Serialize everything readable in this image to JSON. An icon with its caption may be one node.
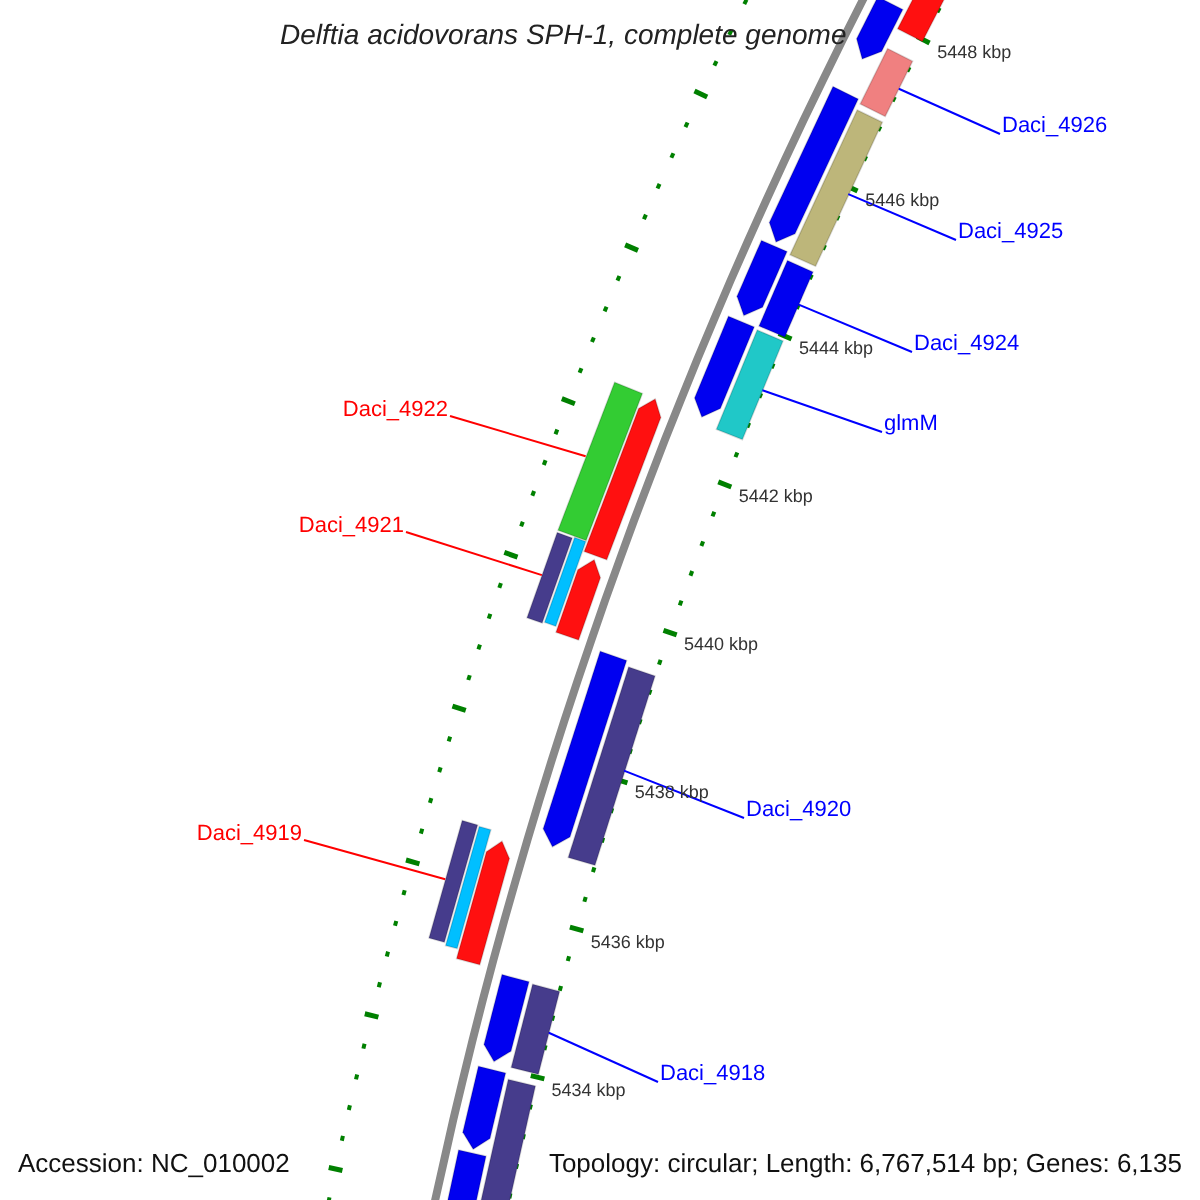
{
  "diagram": {
    "title": "Delftia acidovorans SPH-1, complete genome",
    "nodes": [
      {
        "text": [
          "Daci_4926"
        ]
      },
      {
        "text": [
          "Daci_4925"
        ]
      },
      {
        "text": [
          "Daci_4924"
        ]
      },
      {
        "text": [
          "Daci_4922"
        ]
      },
      {
        "text": [
          "glmM"
        ]
      },
      {
        "text": [
          "Daci_4921"
        ]
      },
      {
        "text": [
          "Daci_4920"
        ]
      },
      {
        "text": [
          "Daci_4919"
        ]
      },
      {
        "text": [
          "Daci_4918"
        ]
      },
      {
        "text": [],
        "shape": "bar"
      },
      {
        "text": [],
        "shape": "bar"
      },
      {
        "text": [],
        "shape": "bar"
      },
      {
        "text": [],
        "shape": "bar"
      },
      {
        "text": [],
        "shape": "bar"
      },
      {
        "text": [],
        "shape": "bar"
      },
      {
        "text": [],
        "shape": "bar"
      },
      {
        "text": [],
        "shape": "bar"
      },
      {
        "text": [],
        "shape": "bar"
      },
      {
        "text": [],
        "shape": "bar"
      },
      {
        "text": [],
        "shape": "bar"
      },
      {
        "text": [],
        "shape": "bar"
      },
      {
        "text": [],
        "shape": "bar"
      },
      {
        "text": [],
        "shape": "bar"
      },
      {
        "text": [],
        "shape": "bar"
      },
      {
        "text": [],
        "shape": "bar"
      },
      {
        "text": [],
        "shape": "bar"
      },
      {
        "text": [],
        "shape": "bar"
      },
      {
        "text": [],
        "shape": "bar"
      },
      {
        "text": [],
        "shape": "bar"
      },
      {
        "text": [],
        "shape": "bar"
      },
      {
        "text": [],
        "shape": "bar"
      },
      {
        "text": [],
        "shape": "bar"
      },
      {
        "text": [],
        "shape": "bar"
      }
    ],
    "edges": [
      {
        "from": 0,
        "to": 9,
        "arrow": "none"
      },
      {
        "from": 1,
        "to": 10,
        "arrow": "none"
      },
      {
        "from": 2,
        "to": 11,
        "arrow": "none"
      },
      {
        "from": 3,
        "to": 12,
        "arrow": "none",
        "color": "#ff0000"
      },
      {
        "from": 4,
        "to": 13,
        "arrow": "none"
      },
      {
        "from": 5,
        "to": 14,
        "arrow": "none",
        "color": "#ff0000"
      },
      {
        "from": 6,
        "to": 15,
        "arrow": "none"
      },
      {
        "from": 7,
        "to": 16,
        "arrow": "none",
        "color": "#ff0000"
      },
      {
        "from": 8,
        "to": 17,
        "arrow": "none"
      }
    ],
    "labels": [
      "5448 kbp",
      "5446 kbp",
      "5444 kbp",
      "5442 kbp",
      "5440 kbp",
      "5438 kbp",
      "5436 kbp",
      "5434 kbp",
      "Accession: NC_010002",
      "Topology: circular; Length: 6,767,514 bp; Genes: 6,135"
    ]
  }
}
